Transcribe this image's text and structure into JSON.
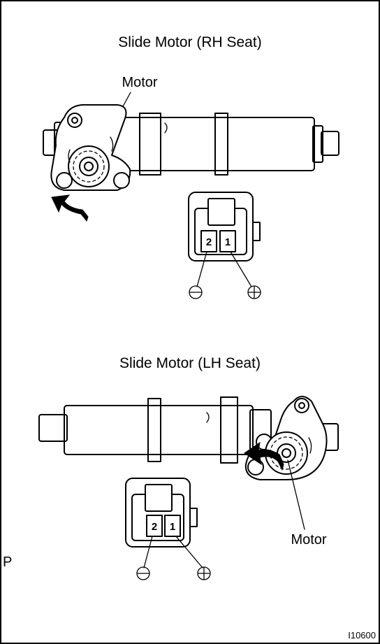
{
  "rh": {
    "title": "Slide Motor (RH Seat)",
    "motor_label": "Motor",
    "pins": [
      "2",
      "1"
    ],
    "terminals": [
      "⊖",
      "⊕"
    ]
  },
  "lh": {
    "title": "Slide Motor (LH Seat)",
    "motor_label": "Motor",
    "pins": [
      "2",
      "1"
    ],
    "terminals": [
      "⊖",
      "⊕"
    ]
  },
  "margin_mark": "P",
  "figure_id": "I10600"
}
